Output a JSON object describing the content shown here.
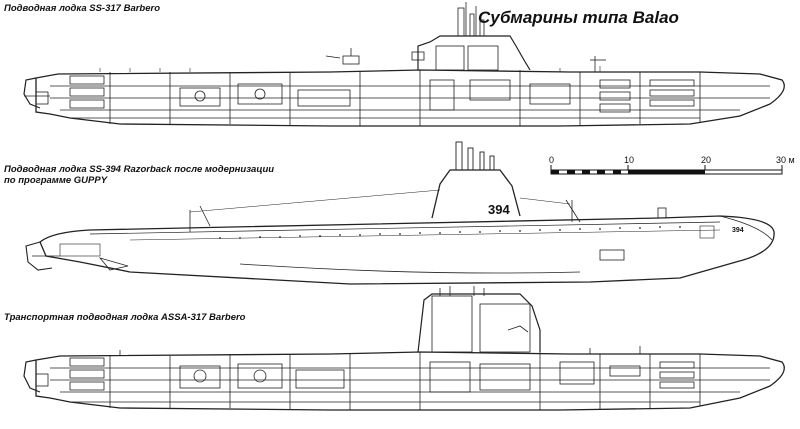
{
  "title": "Субмарины типа Balao",
  "subs": [
    {
      "label": "Подводная лодка SS-317 Barbero"
    },
    {
      "label_line1": "Подводная лодка SS-394 Razorback после модернизации",
      "label_line2": "по программе GUPPY",
      "hull_number": "394",
      "bow_number": "394"
    },
    {
      "label": "Транспортная подводная лодка ASSA-317 Barbero"
    }
  ],
  "scale": {
    "ticks": [
      "0",
      "10",
      "20",
      "30 м"
    ]
  }
}
